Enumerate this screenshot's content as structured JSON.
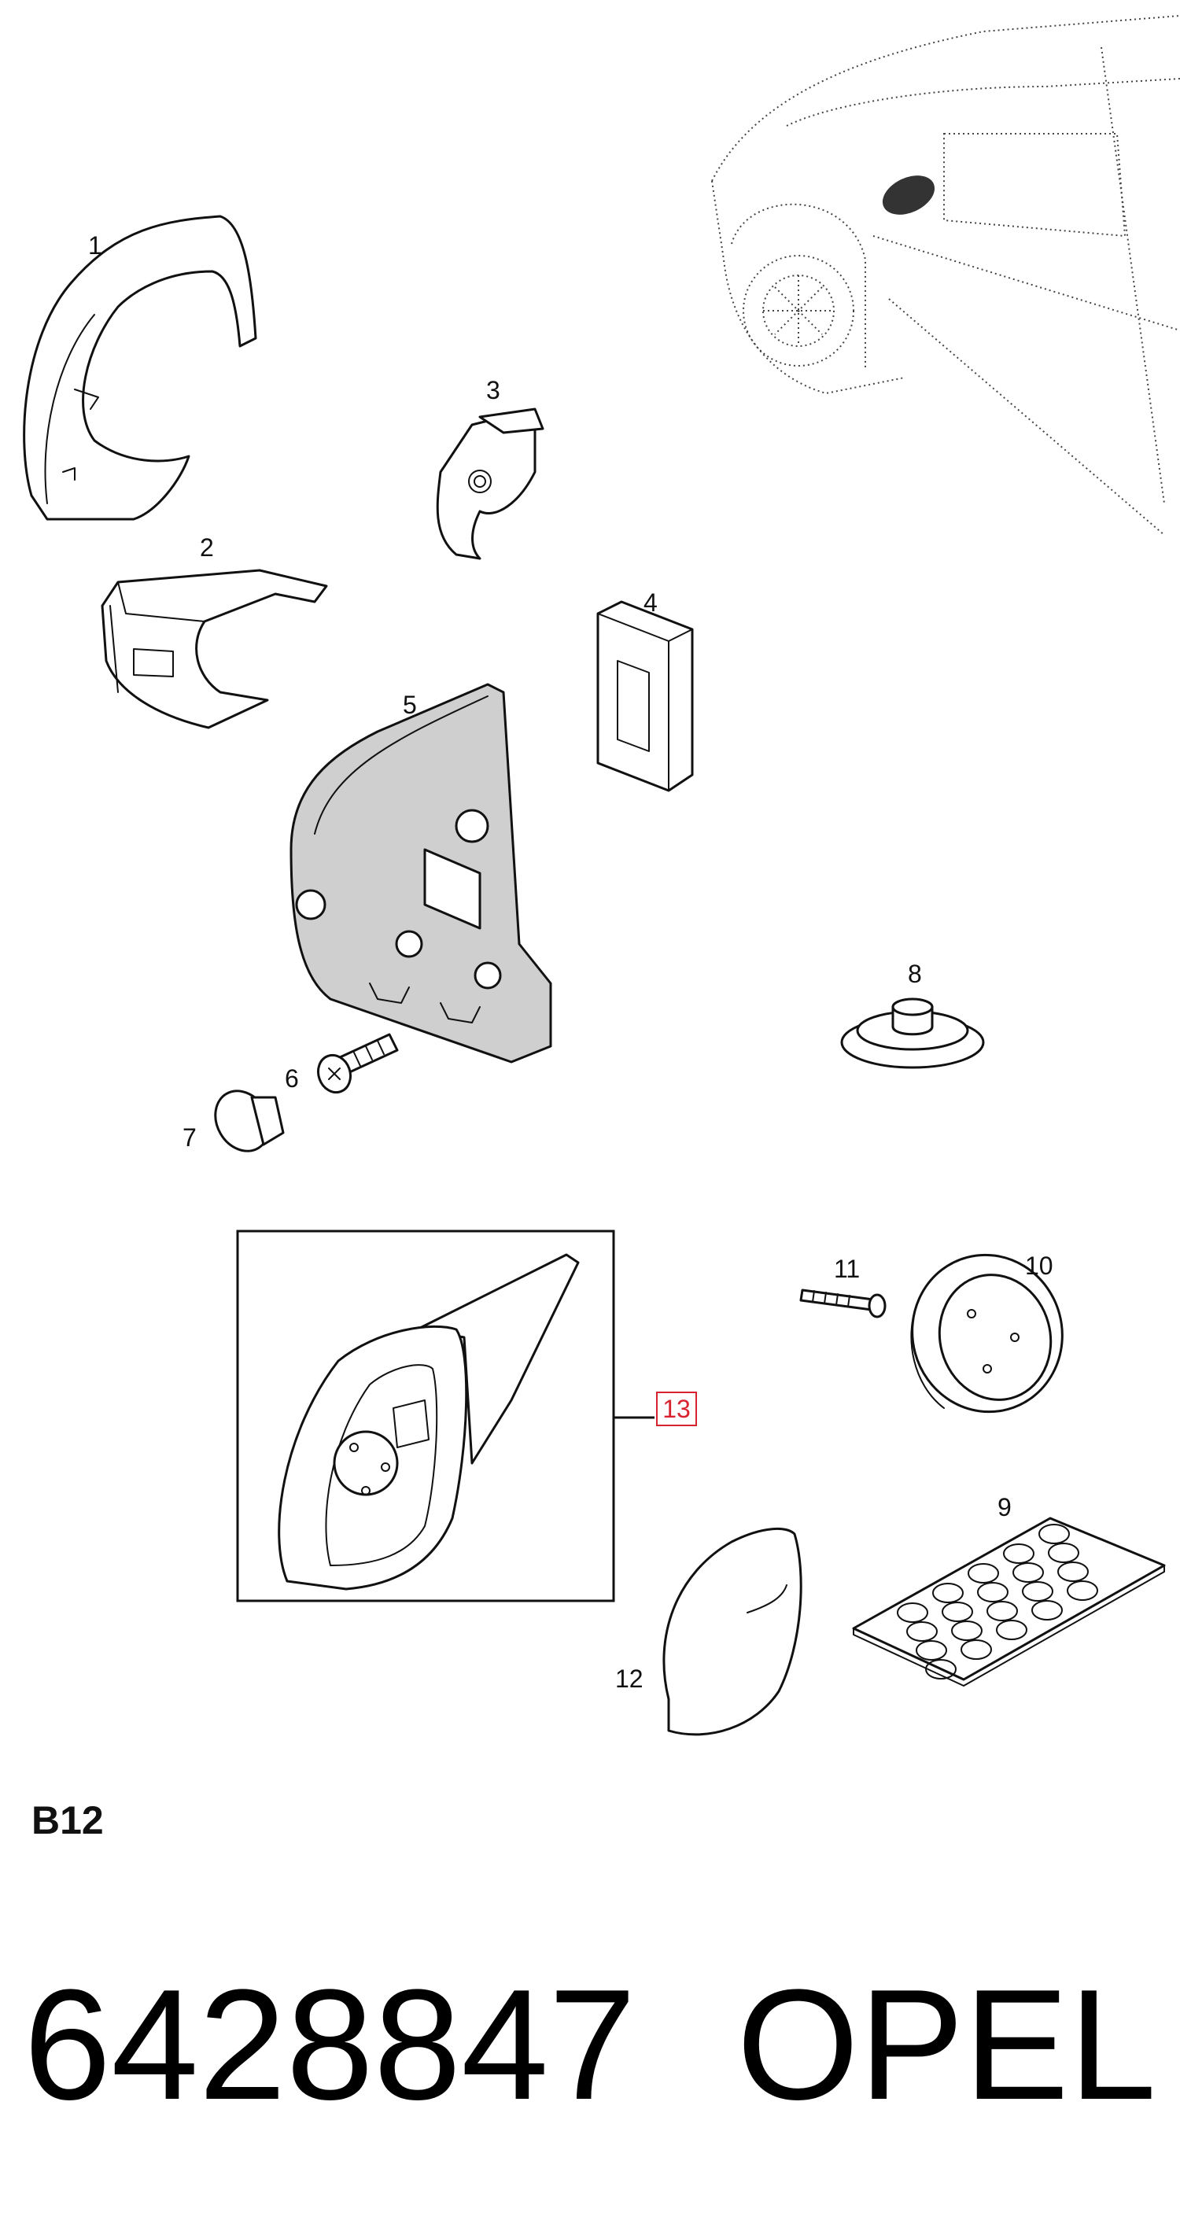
{
  "diagram": {
    "callouts": [
      {
        "id": "1",
        "text": "1"
      },
      {
        "id": "2",
        "text": "2"
      },
      {
        "id": "3",
        "text": "3"
      },
      {
        "id": "4",
        "text": "4"
      },
      {
        "id": "5",
        "text": "5"
      },
      {
        "id": "6",
        "text": "6"
      },
      {
        "id": "7",
        "text": "7"
      },
      {
        "id": "8",
        "text": "8"
      },
      {
        "id": "9",
        "text": "9"
      },
      {
        "id": "10",
        "text": "10"
      },
      {
        "id": "11",
        "text": "11"
      },
      {
        "id": "12",
        "text": "12"
      },
      {
        "id": "13",
        "text": "13"
      }
    ],
    "highlight_color": "#d9222f"
  },
  "section_code": "B12",
  "part_number": "6428847",
  "brand": "OPEL"
}
